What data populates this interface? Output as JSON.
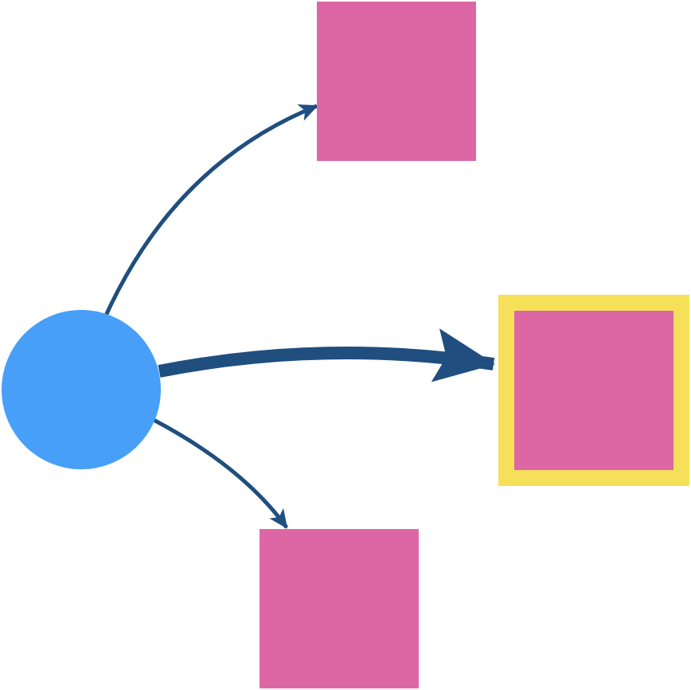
{
  "diagram": {
    "colors": {
      "background": "#ffffff",
      "source_node": "#479ff8",
      "target_node": "#dd67a4",
      "highlight_border": "#f6e05a",
      "edge": "#1f4e7f"
    },
    "nodes": [
      {
        "id": "source",
        "shape": "circle",
        "label": ""
      },
      {
        "id": "target-top",
        "shape": "square",
        "label": ""
      },
      {
        "id": "target-middle",
        "shape": "square",
        "label": "",
        "highlighted": true
      },
      {
        "id": "target-bottom",
        "shape": "square",
        "label": ""
      }
    ],
    "edges": [
      {
        "from": "source",
        "to": "target-top",
        "weight": "thin"
      },
      {
        "from": "source",
        "to": "target-middle",
        "weight": "thick"
      },
      {
        "from": "source",
        "to": "target-bottom",
        "weight": "thin"
      }
    ]
  }
}
